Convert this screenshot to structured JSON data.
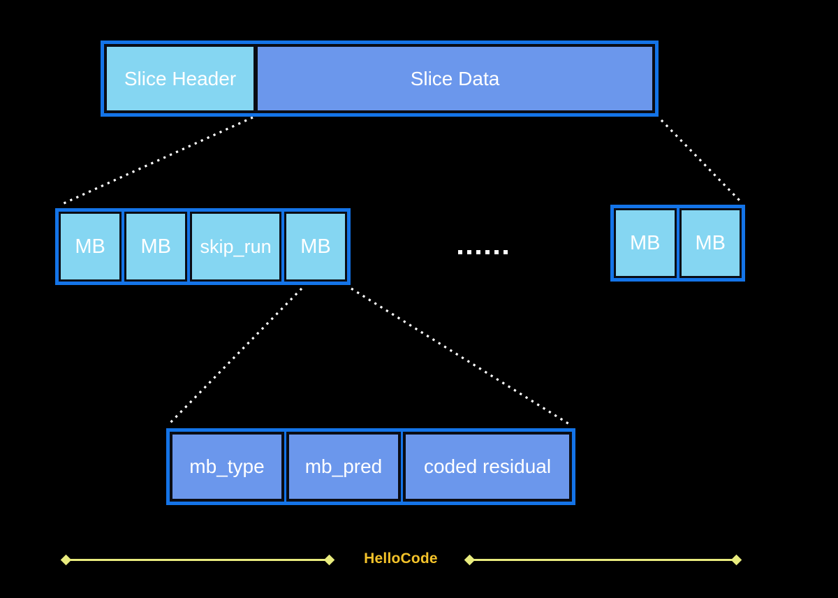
{
  "palette": {
    "background": "#000000",
    "frame_blue": "#1474E8",
    "light_blue_fill": "#85D6F2",
    "mid_blue_fill": "#6B97EC",
    "cell_border_black": "#0A0C14",
    "label_white": "#FFFFFF",
    "rule_yellow": "#E9EC7E",
    "brand_gold": "#F4C32A",
    "connector_white": "#FFFFFF"
  },
  "diagram": {
    "slice_row": {
      "cells": [
        {
          "label": "Slice Header"
        },
        {
          "label": "Slice Data"
        }
      ]
    },
    "mb_row_left": {
      "cells": [
        {
          "label": "MB"
        },
        {
          "label": "MB"
        },
        {
          "label": "skip_run"
        },
        {
          "label": "MB"
        }
      ]
    },
    "ellipsis": "......",
    "mb_row_right": {
      "cells": [
        {
          "label": "MB"
        },
        {
          "label": "MB"
        }
      ]
    },
    "detail_row": {
      "cells": [
        {
          "label": "mb_type"
        },
        {
          "label": "mb_pred"
        },
        {
          "label": "coded residual"
        }
      ]
    }
  },
  "footer": {
    "brand": "HelloCode"
  }
}
